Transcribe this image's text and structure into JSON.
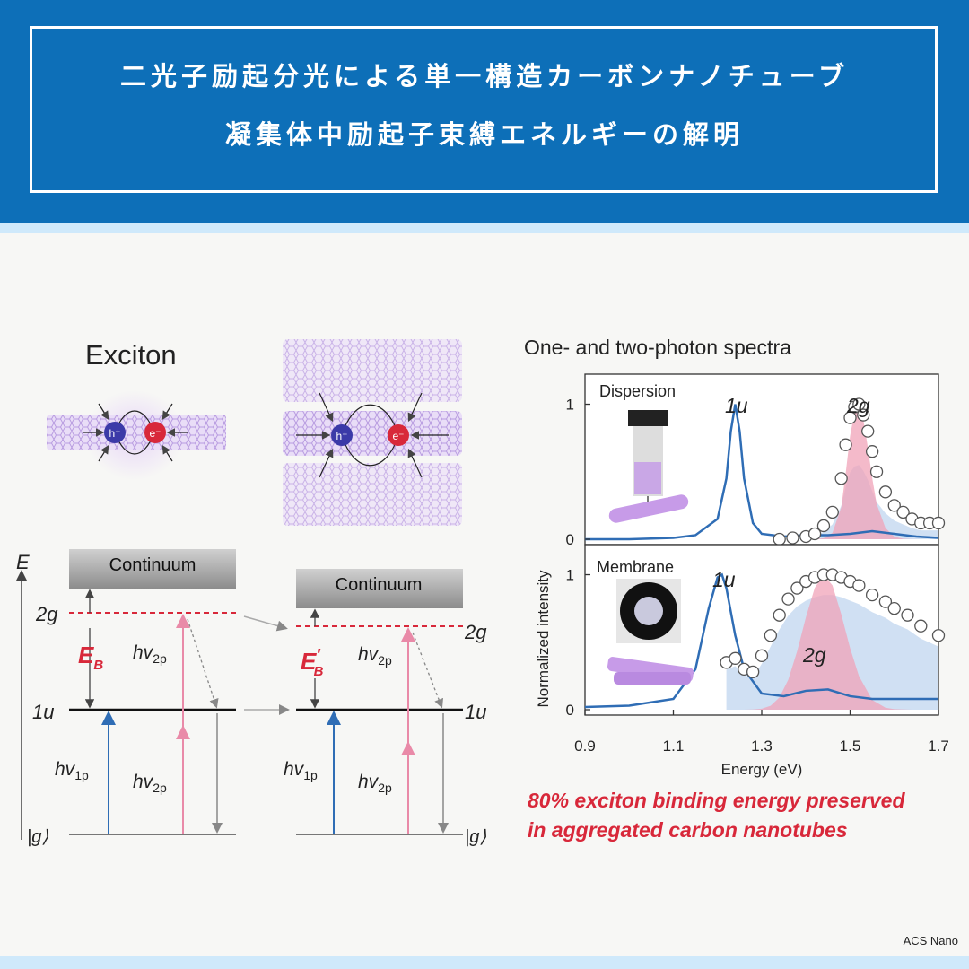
{
  "banner": {
    "line1": "二光子励起分光による単一構造カーボンナノチューブ",
    "line2": "凝集体中励起子束縛エネルギーの解明"
  },
  "exciton": {
    "title": "Exciton",
    "hole": "h⁺",
    "electron": "e⁻"
  },
  "energy_diagram": {
    "axis_label": "E",
    "continuum": "Continuum",
    "level_2g": "2g",
    "level_1u": "1u",
    "ground": "|g⟩",
    "eb_left": "E",
    "eb_left_sub": "B",
    "eb_right": "E",
    "eb_right_prime": "′",
    "eb_right_sub": "B",
    "hv_prefix": "hv",
    "sub_1p": "1p",
    "sub_2p": "2p"
  },
  "spectra": {
    "title": "One- and two-photon spectra",
    "ylabel": "Normalized intensity",
    "xlabel": "Energy (eV)",
    "xticks": [
      "0.9",
      "1.1",
      "1.3",
      "1.5",
      "1.7"
    ],
    "yticks": [
      "0",
      "1"
    ],
    "panel_top_label": "Dispersion",
    "panel_bottom_label": "Membrane",
    "peak_1u": "1u",
    "peak_2g": "2g",
    "colors": {
      "one_photon": "#2f6db5",
      "two_photon_fill": "#f0a3b8",
      "background_fill": "#bcd3ee",
      "highlight": "#d8283a"
    }
  },
  "chart_data": [
    {
      "type": "line",
      "panel": "Dispersion",
      "xlim": [
        0.9,
        1.7
      ],
      "ylim": [
        0,
        1.05
      ],
      "series": [
        {
          "x": [
            0.9,
            1.0,
            1.1,
            1.15,
            1.2,
            1.22,
            1.23,
            1.24,
            1.25,
            1.26,
            1.28,
            1.3,
            1.35,
            1.4,
            1.45,
            1.5,
            1.55,
            1.6,
            1.65,
            1.7
          ],
          "y": [
            0.0,
            0.0,
            0.01,
            0.03,
            0.15,
            0.45,
            0.8,
            1.0,
            0.8,
            0.45,
            0.12,
            0.04,
            0.02,
            0.03,
            0.03,
            0.04,
            0.06,
            0.04,
            0.02,
            0.01
          ]
        },
        {
          "x": [
            1.34,
            1.37,
            1.4,
            1.42,
            1.44,
            1.46,
            1.48,
            1.49,
            1.5,
            1.51,
            1.52,
            1.53,
            1.54,
            1.55,
            1.56,
            1.58,
            1.6,
            1.62,
            1.64,
            1.66,
            1.68,
            1.7
          ],
          "y": [
            0.0,
            0.01,
            0.02,
            0.04,
            0.1,
            0.2,
            0.45,
            0.7,
            0.9,
            0.98,
            1.0,
            0.92,
            0.8,
            0.65,
            0.5,
            0.35,
            0.25,
            0.2,
            0.15,
            0.12,
            0.12,
            0.12
          ]
        }
      ]
    },
    {
      "type": "line",
      "panel": "Membrane",
      "xlim": [
        0.9,
        1.7
      ],
      "ylim": [
        0,
        1.05
      ],
      "series": [
        {
          "x": [
            0.9,
            1.0,
            1.1,
            1.15,
            1.18,
            1.2,
            1.21,
            1.22,
            1.24,
            1.26,
            1.3,
            1.35,
            1.4,
            1.45,
            1.5,
            1.55,
            1.6,
            1.7
          ],
          "y": [
            0.02,
            0.03,
            0.08,
            0.3,
            0.75,
            0.98,
            1.0,
            0.9,
            0.55,
            0.3,
            0.12,
            0.1,
            0.14,
            0.15,
            0.1,
            0.08,
            0.08,
            0.08
          ]
        },
        {
          "x": [
            1.22,
            1.24,
            1.26,
            1.28,
            1.3,
            1.32,
            1.34,
            1.36,
            1.38,
            1.4,
            1.42,
            1.44,
            1.46,
            1.48,
            1.5,
            1.52,
            1.55,
            1.58,
            1.6,
            1.63,
            1.66,
            1.7
          ],
          "y": [
            0.35,
            0.38,
            0.3,
            0.28,
            0.4,
            0.55,
            0.7,
            0.82,
            0.9,
            0.95,
            0.98,
            1.0,
            1.0,
            0.98,
            0.95,
            0.92,
            0.85,
            0.8,
            0.75,
            0.7,
            0.62,
            0.55
          ]
        }
      ]
    }
  ],
  "caption": {
    "line1": "80% exciton binding energy preserved",
    "line2": "in aggregated carbon nanotubes"
  },
  "credit": "ACS Nano"
}
